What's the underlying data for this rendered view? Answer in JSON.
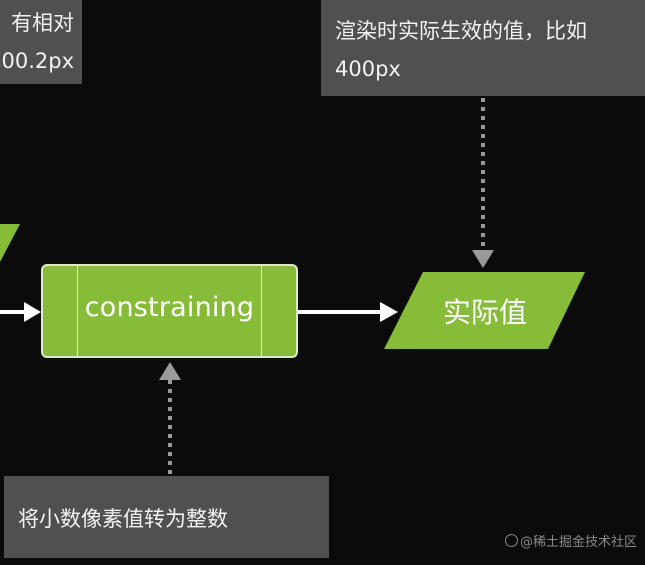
{
  "notes": {
    "top_left": {
      "line1": "有相对",
      "line2": "00.2px"
    },
    "top_right": {
      "line1": "渲染时实际生效的值，比如",
      "line2": "400px"
    },
    "bottom": {
      "text": "将小数像素值转为整数"
    }
  },
  "nodes": {
    "process": {
      "label": "constraining"
    },
    "result": {
      "label": "实际值"
    }
  },
  "watermark": {
    "text": "@稀土掘金技术社区"
  },
  "colors": {
    "background": "#0b0b0b",
    "note": "#505050",
    "node_fill": "#86bc38",
    "arrow": "#ffffff",
    "dotted_arrow": "#9a9a9a"
  }
}
